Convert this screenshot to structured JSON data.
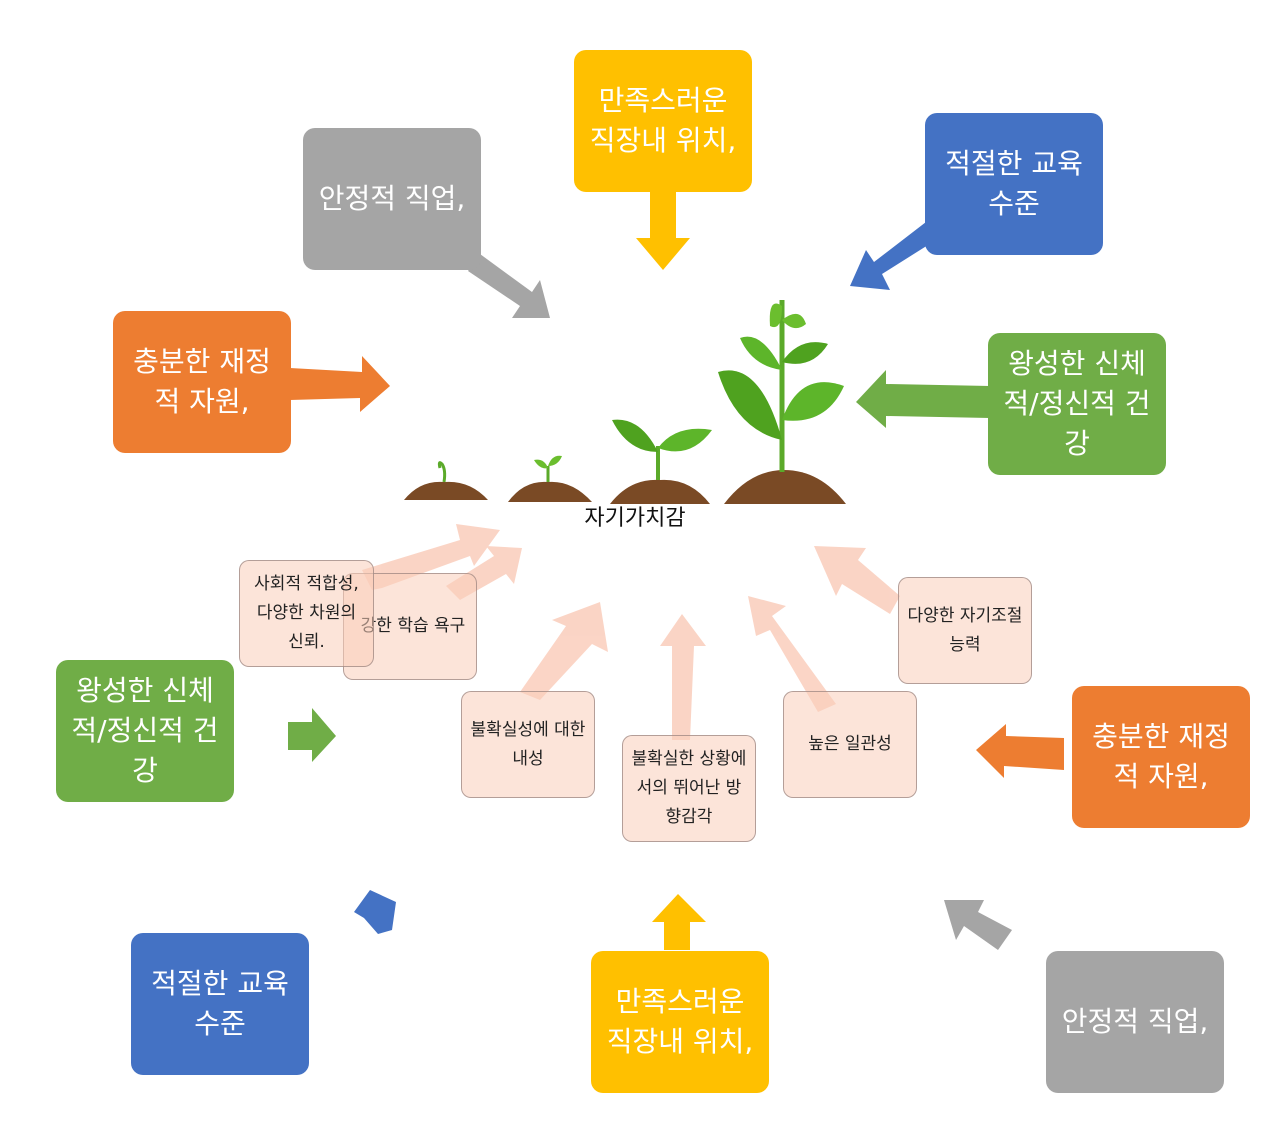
{
  "center_label": "자기가치감",
  "colors": {
    "orange": "#ED7D31",
    "gray": "#A5A5A5",
    "yellow": "#FFC000",
    "blue": "#4472C4",
    "green": "#70AD47",
    "pink_arrow": "#F8B9A0"
  },
  "top_boxes": {
    "job": "안정적 직업,",
    "workplace": "만족스러운 직장내 위치,",
    "education": "적절한 교육 수준",
    "health": "왕성한 신체적/정신적 건강",
    "finance": "충분한 재정적 자원,"
  },
  "bottom_boxes": {
    "health": "왕성한 신체적/정신적 건강",
    "finance": "충분한 재정적 자원,",
    "education": "적절한 교육 수준",
    "workplace": "만족스러운 직장내 위치,",
    "job": "안정적 직업,"
  },
  "inner_boxes": {
    "social": "사회적 적합성, 다양한 차원의 신뢰.",
    "learning": "강한 학습 욕구",
    "uncertainty_tolerance": "불확실성에 대한 내성",
    "direction": "불확실한 상황에서의 뛰어난 방향감각",
    "consistency": "높은 일관성",
    "self_regulation": "다양한 자기조절 능력"
  }
}
